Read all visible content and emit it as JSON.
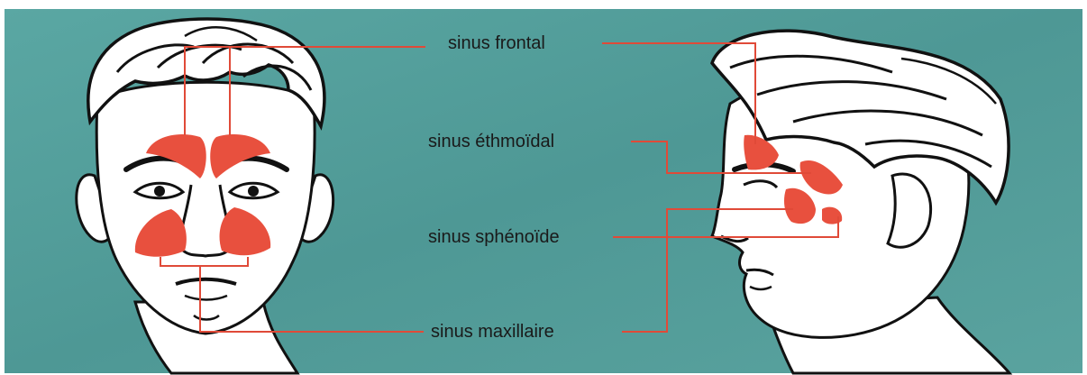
{
  "labels": {
    "frontal": "sinus frontal",
    "ethmoidal": "sinus éthmoïdal",
    "sphenoide": "sinus sphénoïde",
    "maxillaire": "sinus maxillaire"
  },
  "colors": {
    "background": "#4f9b98",
    "background_light": "#72b6b2",
    "sinus": "#e8503e",
    "skin": "#ffffff",
    "ink": "#111111",
    "leader_line": "#e04a38"
  }
}
